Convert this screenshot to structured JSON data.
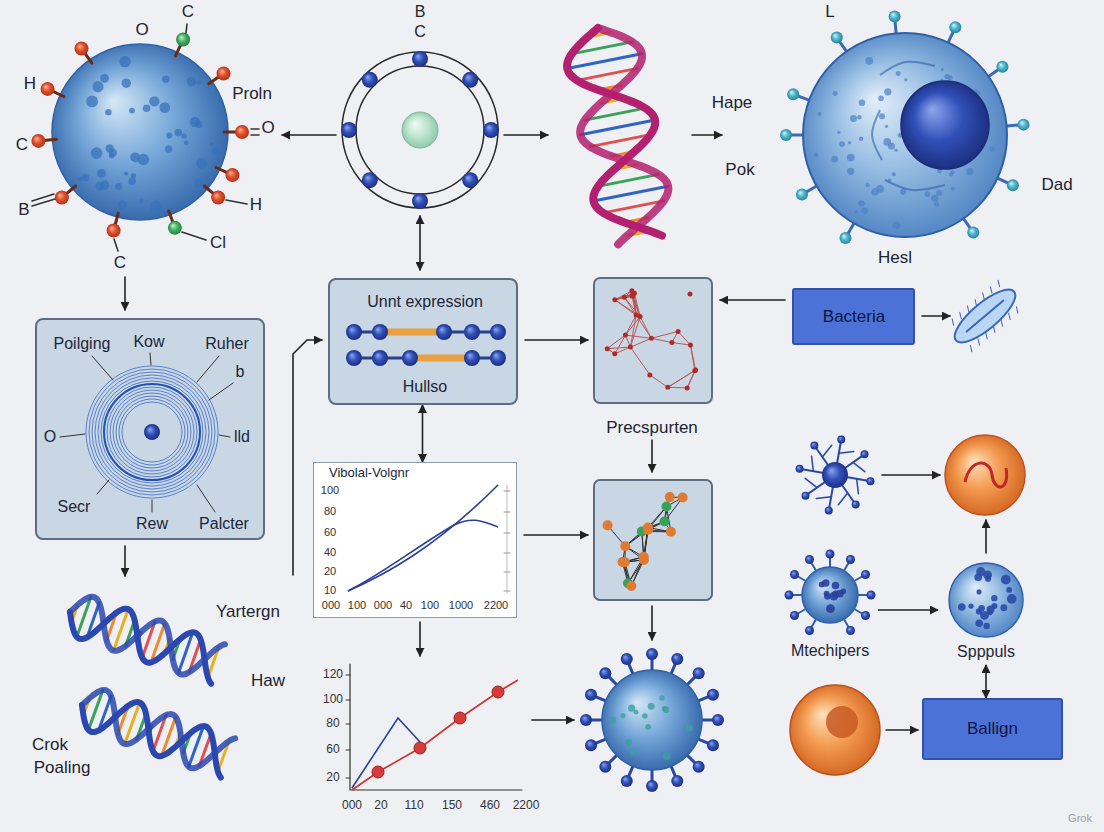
{
  "diagram": {
    "nodes": [
      {
        "text": [
          "Poilging",
          "Kow",
          "Ruher",
          "b",
          "O",
          "lld",
          "Secr",
          "Rew",
          "Palcter"
        ]
      },
      {
        "text": [
          "Unnt expression",
          "Hullso"
        ]
      },
      {
        "text": [
          "Bacteria"
        ]
      },
      {
        "text": [
          "Vibolal-Volgnr"
        ]
      },
      {
        "text": [
          "Mtechipers"
        ]
      },
      {
        "text": [
          "Spppuls"
        ]
      },
      {
        "text": [
          "Ballign"
        ]
      }
    ],
    "edges": [
      {
        "from": 1,
        "to": 3,
        "arrow": "both"
      },
      {
        "from": 4,
        "to": 5,
        "arrow": "to"
      },
      {
        "from": 5,
        "to": 6,
        "arrow": "both"
      }
    ],
    "labels": [
      "C",
      "O",
      "H",
      "Proln",
      "O",
      "C",
      "B",
      "H",
      "Cl",
      "C",
      "B",
      "C",
      "L",
      "Hape",
      "Pok",
      "Dad",
      "Hesl",
      "Precspurten",
      "100",
      "80",
      "60",
      "40",
      "20",
      "10",
      "000",
      "100",
      "000",
      "40",
      "100",
      "1000",
      "2200",
      "120",
      "100",
      "80",
      "60",
      "20",
      "000",
      "20",
      "110",
      "150",
      "460",
      "2200",
      "Yartergn",
      "Haw",
      "Crok",
      "Poaling",
      "Grok"
    ]
  }
}
